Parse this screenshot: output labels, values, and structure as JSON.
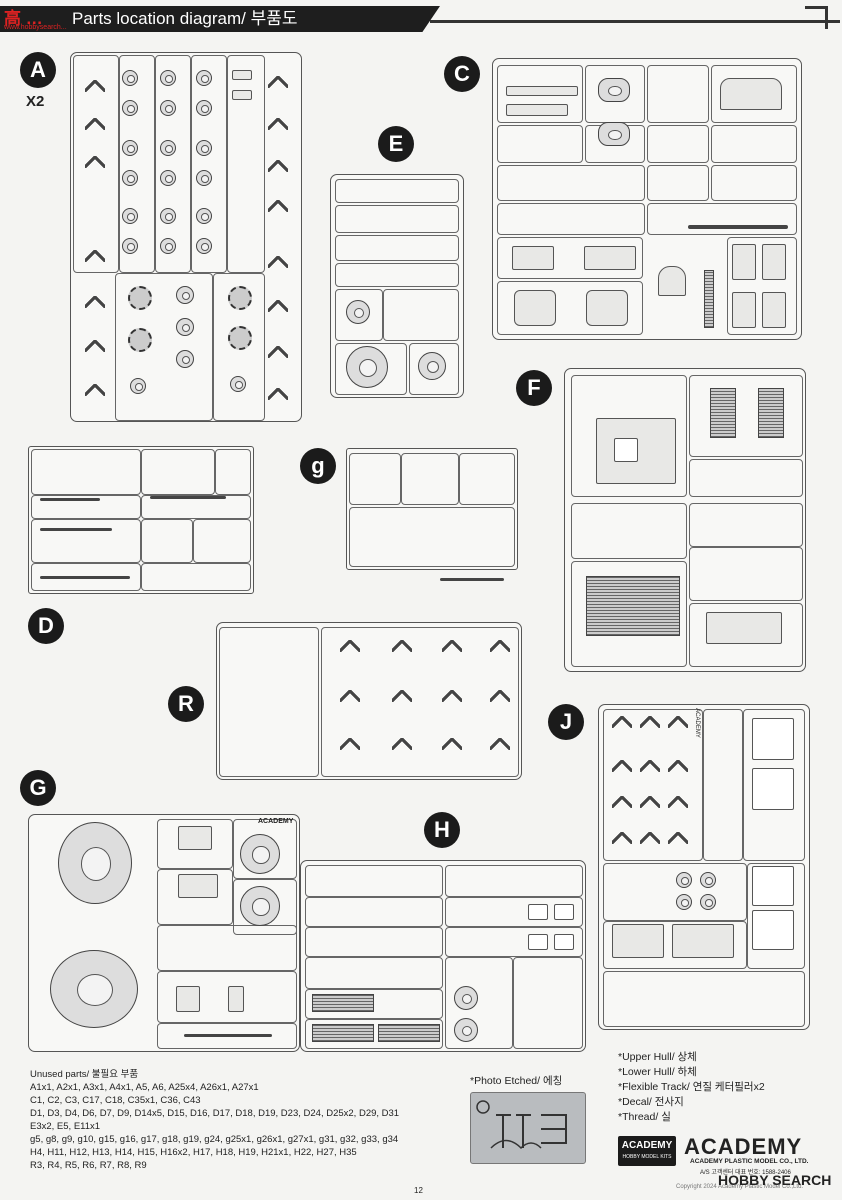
{
  "header": {
    "title": "Parts location diagram/ 부품도",
    "watermark": "高 …",
    "watermark_sub": "www.hobbysearch..."
  },
  "sprues": {
    "A": {
      "label": "A",
      "multiplier": "X2"
    },
    "B": {
      "label": "C"
    },
    "E": {
      "label": "E"
    },
    "F": {
      "label": "F"
    },
    "g": {
      "label": "g"
    },
    "D": {
      "label": "D"
    },
    "R": {
      "label": "R"
    },
    "J": {
      "label": "J"
    },
    "G": {
      "label": "G"
    },
    "H": {
      "label": "H"
    }
  },
  "unused": {
    "title": "Unused parts/ 불필요 부품",
    "lines": [
      "A1x1, A2x1, A3x1, A4x1, A5, A6, A25x4, A26x1, A27x1",
      "C1, C2, C3, C17, C18, C35x1, C36, C43",
      "D1, D3, D4, D6, D7, D9, D14x5, D15, D16, D17, D18, D19, D23, D24, D25x2, D29, D31",
      "E3x2, E5, E11x1",
      "g5, g8, g9, g10, g15, g16, g17, g18, g19, g24, g25x1, g26x1, g27x1, g31, g32, g33, g34",
      "H4, H11, H12, H13, H14, H15, H16x2, H17, H18, H19, H21x1, H22, H27, H35",
      "R3, R4, R5, R6, R7, R8, R9"
    ]
  },
  "photo_etched": "*Photo Etched/ 에칭",
  "legend": [
    "*Upper Hull/ 상체",
    "*Lower Hull/ 하체",
    "*Flexible Track/ 연질 케터필러x2",
    "*Decal/ 전사지",
    "*Thread/ 실"
  ],
  "brand": {
    "badge": "ACADEMY",
    "badge_sub": "HOBBY MODEL KITS",
    "logo": "ACADEMY",
    "company": "ACADEMY PLASTIC MODEL CO., LTD.",
    "as_line": "A/S 고객센터 대표 번호: 1588-2406",
    "copyright": "Copyright 2024 Academy Plastic Model Co.,Ltd."
  },
  "page_number": "12",
  "watermark_bottom": "HOBBY SEARCH",
  "g_sprue_brand": "ACADEMY",
  "j_sprue_brand": "ACADEMY",
  "colors": {
    "dark": "#1b1b1b",
    "frame": "#555555",
    "paper": "#f4f4f2"
  }
}
